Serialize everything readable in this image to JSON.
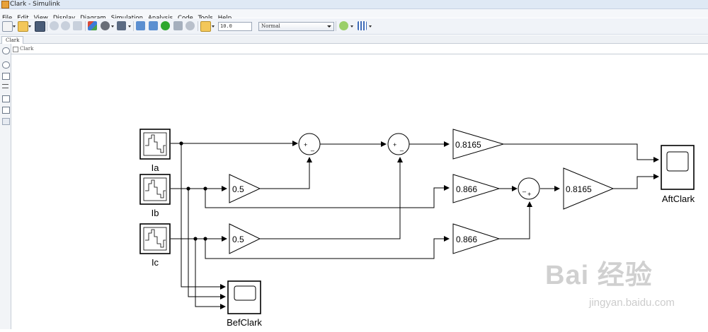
{
  "window": {
    "title": "Clark - Simulink"
  },
  "menu": [
    "File",
    "Edit",
    "View",
    "Display",
    "Diagram",
    "Simulation",
    "Analysis",
    "Code",
    "Tools",
    "Help"
  ],
  "toolbar": {
    "stop_time": "10.0",
    "sim_mode": "Normal"
  },
  "tabs": {
    "active": "Clark"
  },
  "breadcrumb": {
    "model": "Clark"
  },
  "blocks": {
    "src_a": "Ia",
    "src_b": "Ib",
    "src_c": "Ic",
    "gain_b": "0.5",
    "gain_c": "0.5",
    "gain_top": "0.8165",
    "gain_mid": "0.866",
    "gain_low": "0.866",
    "gain_out": "0.8165",
    "scope_out": "AftClark",
    "scope_in": "BefClark"
  },
  "signs": {
    "plus": "+",
    "minus": "_"
  },
  "watermark": {
    "main": "Bai 经验",
    "sub": "jingyan.baidu.com"
  }
}
